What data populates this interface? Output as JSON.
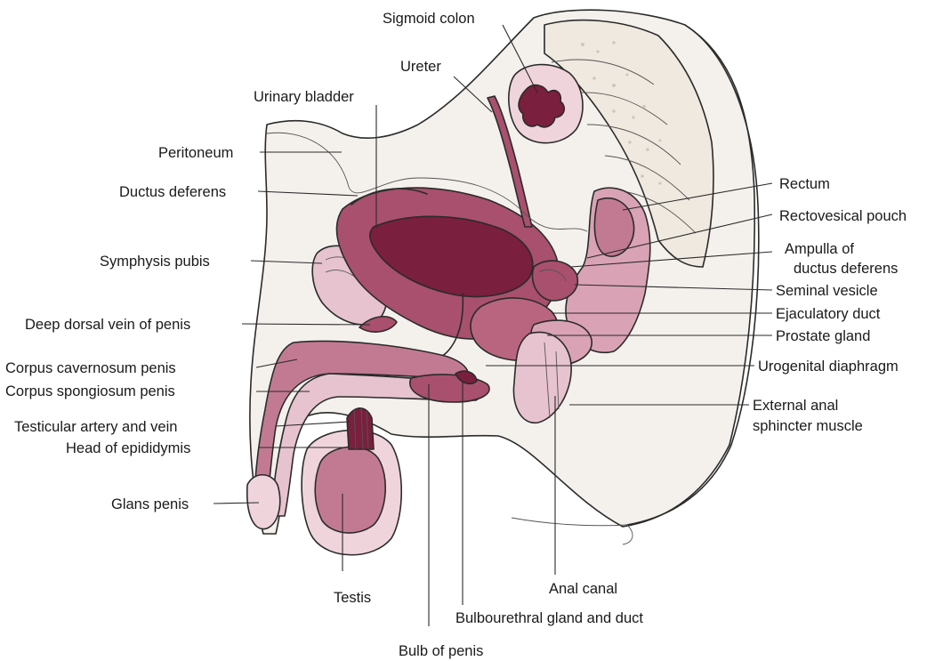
{
  "colors": {
    "organ_dark": "#7a1f3d",
    "organ_mid": "#a8506d",
    "organ_light": "#d9a3b5",
    "organ_pale": "#f0d4dc",
    "tissue": "#f4f1ec",
    "line": "#2b2b2b"
  },
  "labels": {
    "sigmoid_colon": "Sigmoid colon",
    "ureter": "Ureter",
    "urinary_bladder": "Urinary bladder",
    "peritoneum": "Peritoneum",
    "ductus_deferens": "Ductus deferens",
    "symphysis_pubis": "Symphysis pubis",
    "deep_dorsal_vein": "Deep dorsal vein of penis",
    "corpus_cavernosum": "Corpus cavernosum penis",
    "corpus_spongiosum": "Corpus spongiosum penis",
    "testicular_artery": "Testicular artery and vein",
    "head_epididymis": "Head of epididymis",
    "glans_penis": "Glans penis",
    "testis": "Testis",
    "bulb_of_penis": "Bulb of penis",
    "bulbourethral": "Bulbourethral gland and duct",
    "anal_canal": "Anal canal",
    "rectum": "Rectum",
    "rectovesical_pouch": "Rectovesical pouch",
    "ampulla_line1": "Ampulla of",
    "ampulla_line2": "ductus deferens",
    "seminal_vesicle": "Seminal vesicle",
    "ejaculatory_duct": "Ejaculatory duct",
    "prostate_gland": "Prostate gland",
    "urogenital_diaphragm": "Urogenital diaphragm",
    "external_anal_line1": "External anal",
    "external_anal_line2": "sphincter muscle"
  }
}
